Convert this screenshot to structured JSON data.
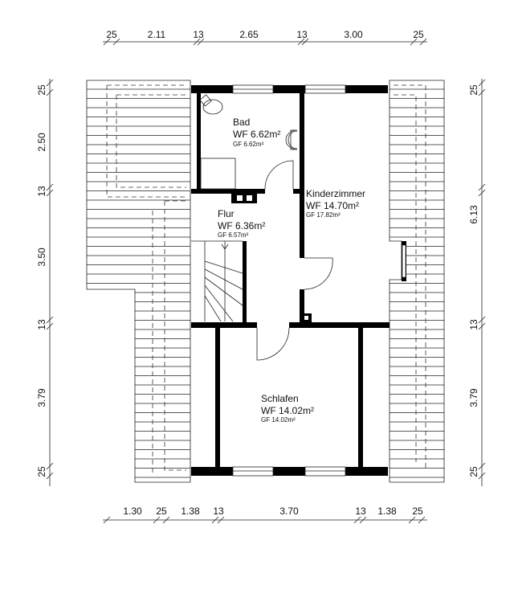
{
  "rooms": {
    "bad": {
      "name": "Bad",
      "wf": "WF 6.62m²",
      "gf": "GF 6.62m²"
    },
    "kinderzimmer": {
      "name": "Kinderzimmer",
      "wf": "WF 14.70m²",
      "gf": "GF 17.82m²"
    },
    "flur": {
      "name": "Flur",
      "wf": "WF 6.36m²",
      "gf": "GF 6.57m²"
    },
    "schlafen": {
      "name": "Schlafen",
      "wf": "WF 14.02m²",
      "gf": "GF 14.02m²"
    }
  },
  "dimensions": {
    "top": [
      "25",
      "2.11",
      "13",
      "2.65",
      "13",
      "3.00",
      "25"
    ],
    "bottom": [
      "1.30",
      "25",
      "1.38",
      "13",
      "3.70",
      "13",
      "1.38",
      "25"
    ],
    "left": [
      "25",
      "2.50",
      "13",
      "3.50",
      "13",
      "3.79",
      "25"
    ],
    "right": [
      "25",
      "6.13",
      "13",
      "3.79",
      "25"
    ]
  }
}
